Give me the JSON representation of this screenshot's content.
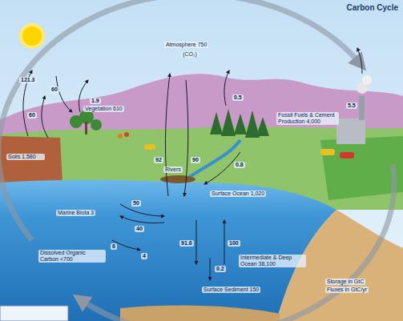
{
  "diagram": {
    "title": "Carbon Cycle",
    "labels": [
      "Atmosphere 750",
      "(CO₂)",
      "121.3",
      "60",
      "60",
      "1.9",
      "Vegetation 610",
      "Soils 1,580",
      "0.5",
      "5.5",
      "Fossil Fuels & Cement Production 4,000",
      "92",
      "90",
      "Rivers",
      "0.8",
      "Surface Ocean 1,020",
      "Marine Biota 3",
      "50",
      "40",
      "Dissolved Organic Carbon <700",
      "6",
      "4",
      "91.6",
      "100",
      "Intermediate & Deep Ocean 38,100",
      "0.2",
      "Surface Sediment 150",
      "Storage in GtC",
      "Fluxes in GtC/yr"
    ]
  }
}
